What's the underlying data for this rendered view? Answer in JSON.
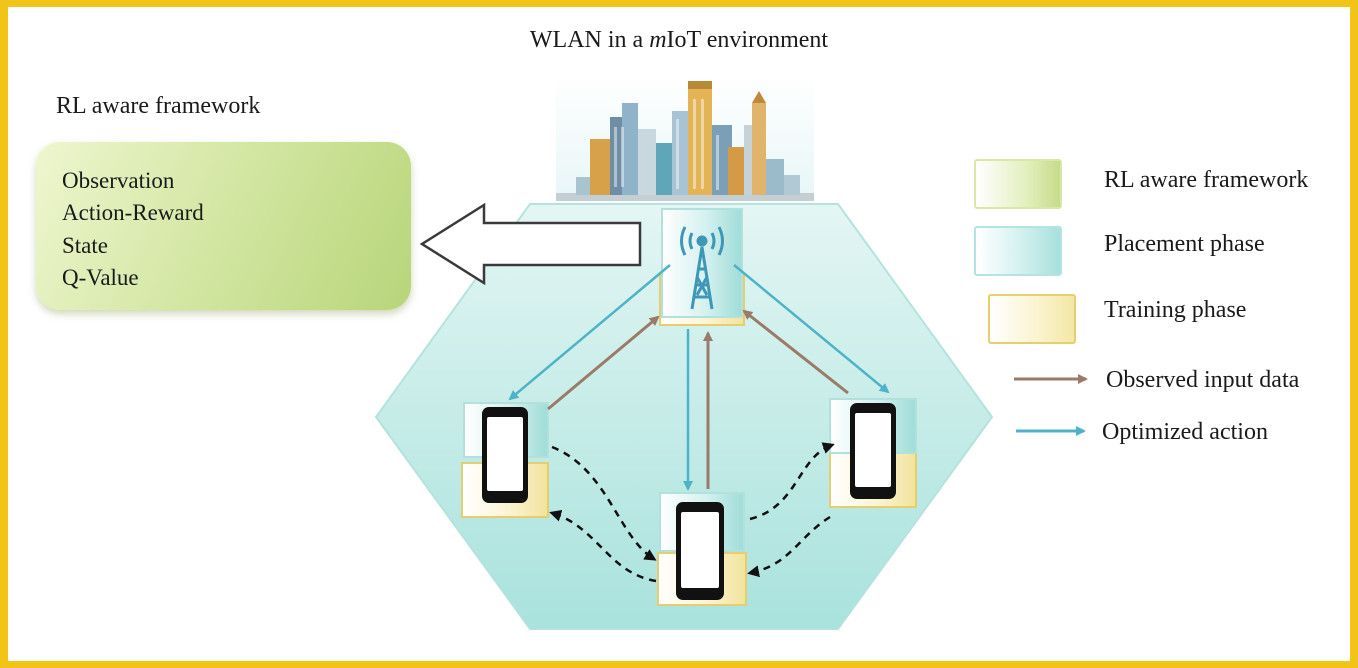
{
  "title": {
    "pre": "WLAN in a ",
    "italic": "m",
    "post": "IoT environment"
  },
  "framework": {
    "label": "RL aware framework",
    "items": [
      "Observation",
      "Action-Reward",
      "State",
      "Q-Value"
    ]
  },
  "legend": {
    "framework": "RL aware framework",
    "placement": "Placement phase",
    "training": "Training phase",
    "observed": "Observed input data",
    "optimized": "Optimized action"
  },
  "colors": {
    "border": "#f2c418",
    "hexagon": "#bfeae6",
    "observed_arrow": "#9a7b6a",
    "optimized_arrow": "#4fb3c8",
    "framework_box": "#cfe49d"
  }
}
